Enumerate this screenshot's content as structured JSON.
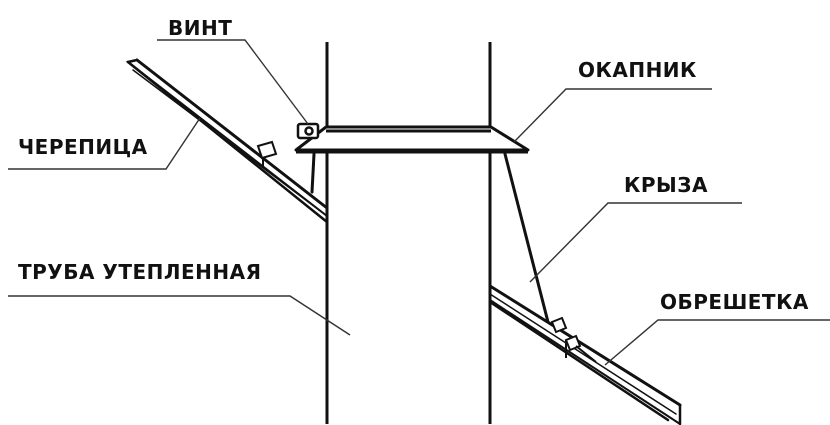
{
  "labels": {
    "vint": "ВИНТ",
    "okapnik": "ОКАПНИК",
    "cherepitsa": "ЧЕРЕПИЦА",
    "kryza": "КРЫЗА",
    "truba": "ТРУБА УТЕПЛЕННАЯ",
    "obreshetka": "ОБРЕШЕТКА"
  },
  "colors": {
    "line": "#111111",
    "background": "#ffffff"
  }
}
